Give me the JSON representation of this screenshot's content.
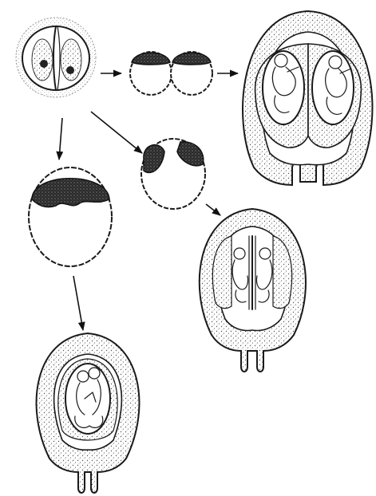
{
  "diagram": {
    "type": "schematic-illustration",
    "stages": [
      {
        "id": "two-cell-stage",
        "description_icon": "cleavage-embryo-icon"
      },
      {
        "id": "separated-blastocysts",
        "description_icon": "paired-blastocyst-icon"
      },
      {
        "id": "single-blastocyst-two-inner-cell-masses",
        "description_icon": "blastocyst-split-mass-icon"
      },
      {
        "id": "single-blastocyst-single-inner-cell-mass",
        "description_icon": "blastocyst-icon"
      },
      {
        "id": "dichorionic-diamniotic-twins",
        "description_icon": "uterus-two-sacs-icon"
      },
      {
        "id": "monochorionic-diamniotic-twins",
        "description_icon": "uterus-shared-chorion-icon"
      },
      {
        "id": "monochorionic-monoamniotic-twins",
        "description_icon": "uterus-single-sac-icon"
      }
    ],
    "arrows": [
      {
        "from": "two-cell-stage",
        "to": "separated-blastocysts"
      },
      {
        "from": "separated-blastocysts",
        "to": "dichorionic-diamniotic-twins"
      },
      {
        "from": "two-cell-stage",
        "to": "single-blastocyst-two-inner-cell-masses"
      },
      {
        "from": "single-blastocyst-two-inner-cell-masses",
        "to": "monochorionic-diamniotic-twins"
      },
      {
        "from": "two-cell-stage",
        "to": "single-blastocyst-single-inner-cell-mass"
      },
      {
        "from": "single-blastocyst-single-inner-cell-mass",
        "to": "monochorionic-monoamniotic-twins"
      }
    ],
    "colors": {
      "ink": "#1a1a1a",
      "background": "#ffffff",
      "stipple": "#9a9a9a"
    }
  }
}
